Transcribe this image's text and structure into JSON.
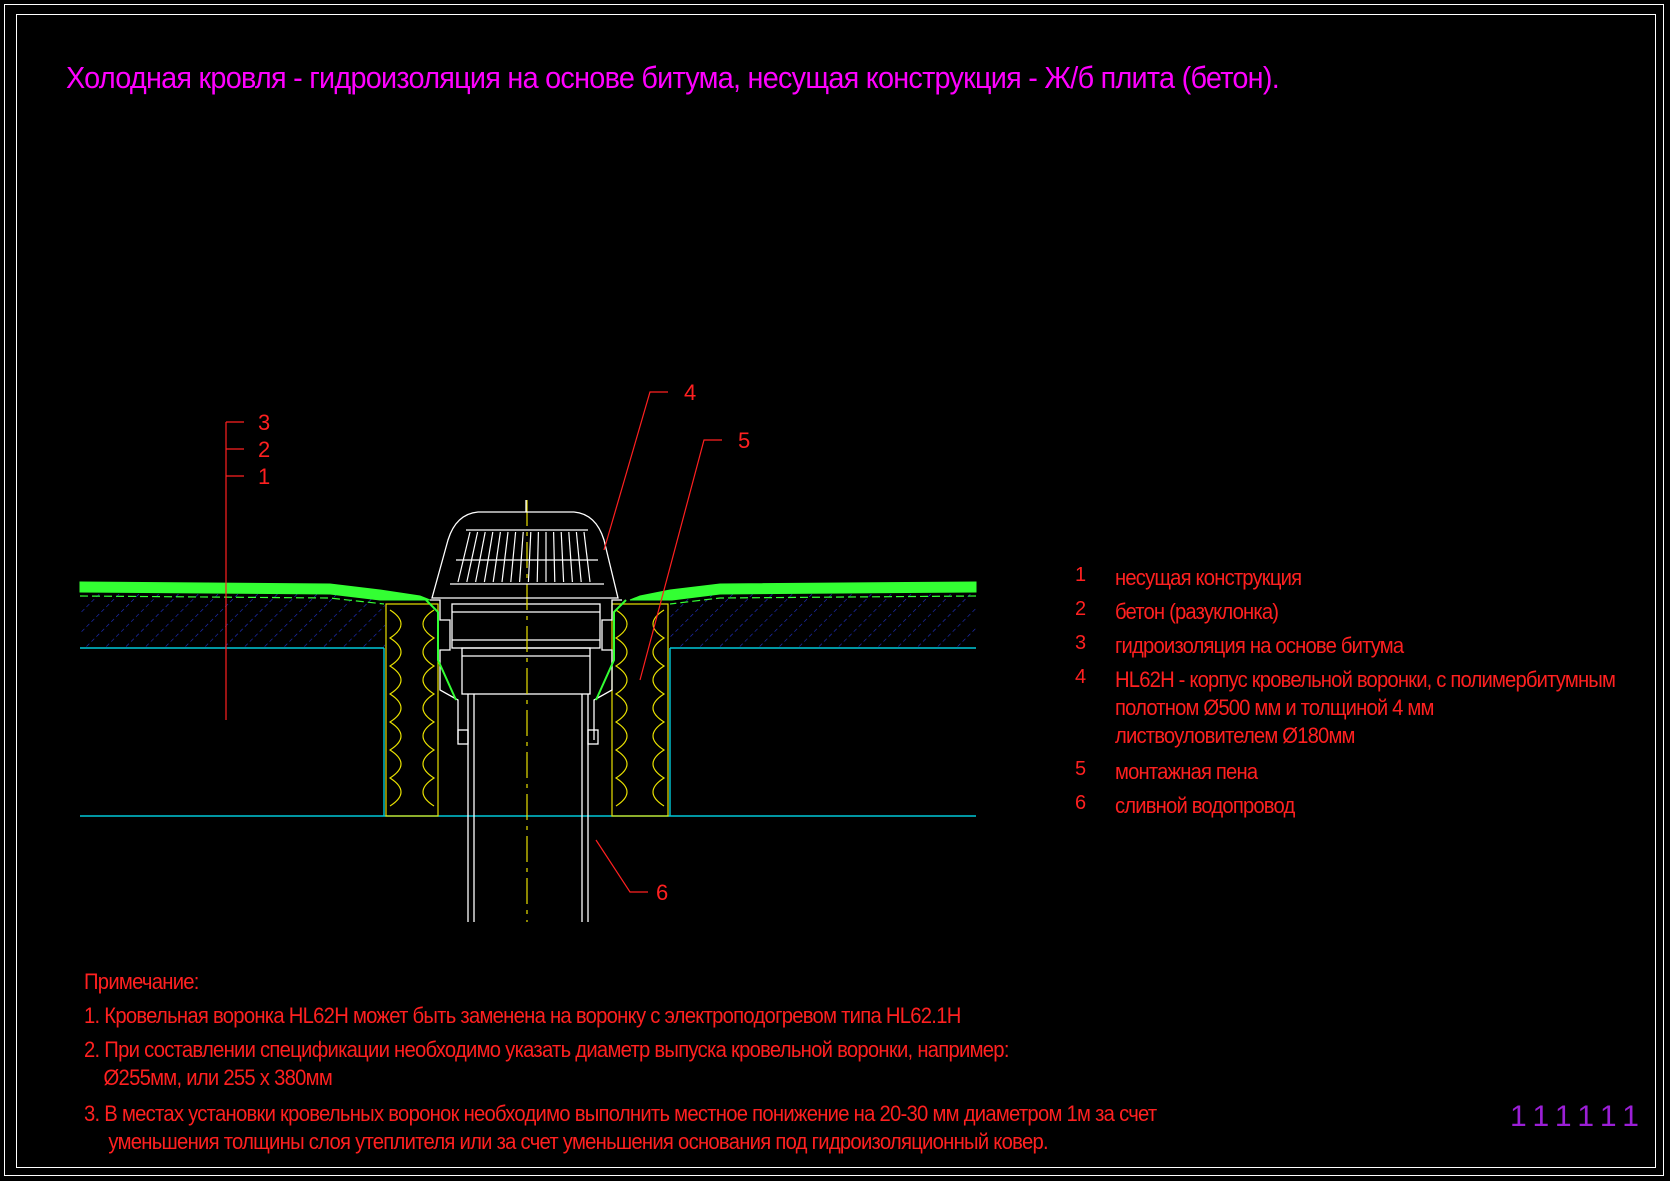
{
  "title": "Холодная кровля - гидроизоляция на основе битума, несущая конструкция - Ж/б плита (бетон).",
  "callouts": [
    "1",
    "2",
    "3",
    "4",
    "5",
    "6"
  ],
  "legend": [
    {
      "num": "1",
      "text": "несущая конструкция"
    },
    {
      "num": "2",
      "text": "бетон (разуклонка)"
    },
    {
      "num": "3",
      "text": "гидроизоляция на основе битума"
    },
    {
      "num": "4",
      "text": "HL62H - корпус кровельной воронки, с полимербитумным\nполотном Ø500 мм и толщиной 4 мм\nлиствоуловителем Ø180мм"
    },
    {
      "num": "5",
      "text": "монтажная пена"
    },
    {
      "num": "6",
      "text": "сливной водопровод"
    }
  ],
  "notes": {
    "heading": "Примечание:",
    "items": [
      "1. Кровельная воронка HL62H может быть заменена на воронку с электроподогревом типа HL62.1H",
      "2. При составлении спецификации необходимо указать диаметр выпуска кровельной воронки, например:\n    Ø255мм, или 255 х 380мм",
      "3. В местах установки кровельных воронок необходимо выполнить местное понижение на 20-30 мм диаметром 1м за счет\n     уменьшения толщины слоя утеплителя или за счет уменьшения основания под гидроизоляционный ковер."
    ]
  },
  "stamp": "111111",
  "colors": {
    "background": "#000000",
    "title": "#ff00ff",
    "text": "#ff2020",
    "slab_line": "#00c8d8",
    "hatch": "#2233cc",
    "membrane": "#33ff33",
    "foam": "#e8e000",
    "pipe": "#ffffff",
    "stamp": "#9b1fd6"
  }
}
